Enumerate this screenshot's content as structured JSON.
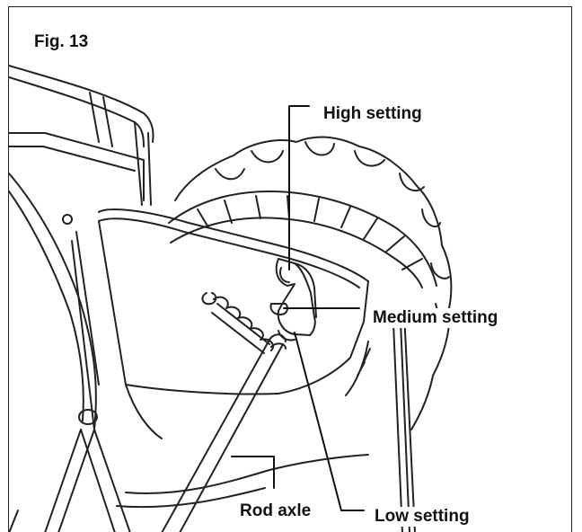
{
  "figure": {
    "label": "Fig. 13"
  },
  "callouts": {
    "high": "High setting",
    "medium": "Medium setting",
    "low": "Low setting",
    "rod_axle": "Rod axle"
  },
  "colors": {
    "line": "#222222",
    "background": "#ffffff"
  }
}
